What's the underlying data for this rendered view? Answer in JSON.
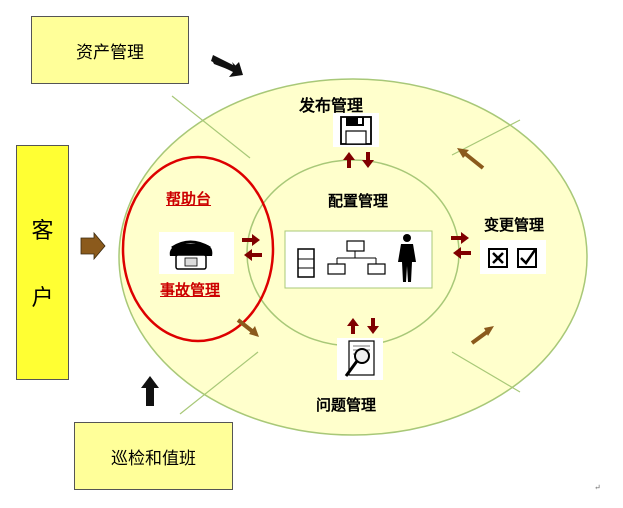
{
  "boxes": {
    "asset": "资产管理",
    "patrol": "巡检和值班",
    "customer_line1": "客",
    "customer_line2": "户"
  },
  "ring": {
    "release": "发布管理",
    "change": "变更管理",
    "problem": "问题管理",
    "helpdesk": "帮助台",
    "incident": "事故管理"
  },
  "core": {
    "config": "配置管理"
  },
  "colors": {
    "outer_ring": "#ffffcc",
    "inner_ring": "#ffffcc",
    "box_fill": "#ffff99",
    "customer_fill": "#ffff33",
    "arrow_brown": "#8b5a1c",
    "arrow_dark_red": "#800000",
    "highlight_red": "#dd0000"
  },
  "icons": [
    "floppy-disk-icon",
    "telephone-icon",
    "checkbox-icon",
    "magnifier-document-icon",
    "config-org-chart-icon"
  ],
  "end_mark": "↵"
}
